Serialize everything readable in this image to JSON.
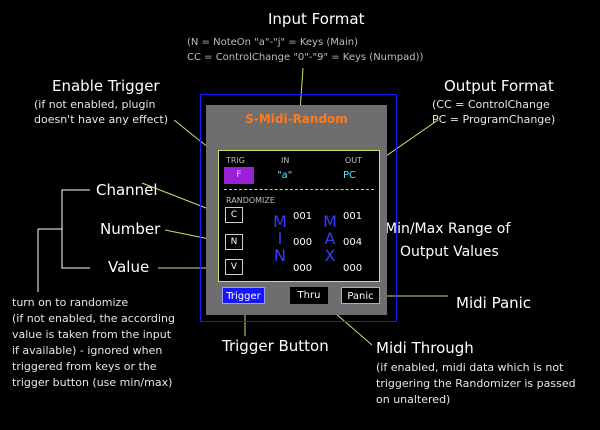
{
  "annotations": {
    "input_format": {
      "title": "Input Format",
      "lines": [
        "(N = NoteOn              \"a\"-\"j\"  = Keys (Main)",
        "CC = ControlChange   \"0\"-\"9\" = Keys (Numpad))"
      ]
    },
    "enable_trigger": {
      "title": "Enable Trigger",
      "lines": [
        "(if not enabled, plugin",
        "doesn't have any effect)"
      ]
    },
    "output_format": {
      "title": "Output Format",
      "lines": [
        "(CC = ControlChange",
        "PC = ProgramChange)"
      ]
    },
    "channel": "Channel",
    "number": "Number",
    "value": "Value",
    "minmax": {
      "line1": "Min/Max Range of",
      "line2": "Output Values"
    },
    "randomize_note": {
      "lines": [
        "turn on to randomize",
        "(if not enabled, the according",
        "value is taken from the input",
        "if available) - ignored when",
        "triggered from keys or the",
        "trigger button  (use min/max)"
      ]
    },
    "midi_panic": "Midi Panic",
    "trigger_button": "Trigger Button",
    "midi_through": {
      "title": "Midi Through",
      "lines": [
        "(if enabled, midi data which is not",
        "triggering the Randomizer is passed",
        "on unaltered)"
      ]
    }
  },
  "plugin": {
    "title": "S-Midi-Random",
    "header": {
      "trig": "TRIG",
      "in": "IN",
      "out": "OUT"
    },
    "trig_value": "F",
    "in_value": "\"a\"",
    "out_value": "PC",
    "randomize_label": "RANDOMIZE",
    "toggles": {
      "channel": "C",
      "number": "N",
      "value": "V"
    },
    "min_label": "MIN",
    "max_label": "MAX",
    "min_values": [
      "001",
      "000",
      "000"
    ],
    "max_values": [
      "001",
      "004",
      "000"
    ],
    "buttons": {
      "trigger": "Trigger",
      "thru": "Thru",
      "panic": "Panic"
    }
  },
  "colors": {
    "accent_title": "#ff7a1a",
    "trigger_button": "#1515ff",
    "trig_toggle": "#9b1fd6",
    "min_max_text": "#3a3aff",
    "in_out_values": "#5fe0ff",
    "leader_lines": "#d8d870"
  }
}
